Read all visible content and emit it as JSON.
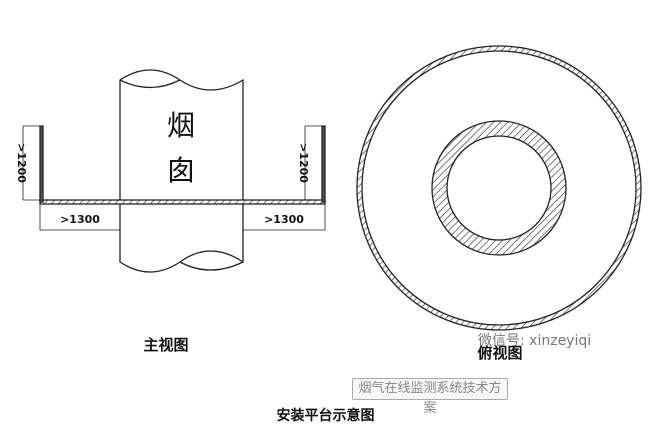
{
  "front_view": {
    "chimney_label": [
      "烟",
      "囱"
    ],
    "height_left": ">1200",
    "height_right": ">1200",
    "width_left": ">1300",
    "width_right": ">1300",
    "title": "主视图"
  },
  "top_view": {
    "title": "俯视图"
  },
  "watermark": "微信号: xinzeyiqi",
  "tag": "烟气在线监测系统技术方案",
  "caption": "安装平台示意图"
}
